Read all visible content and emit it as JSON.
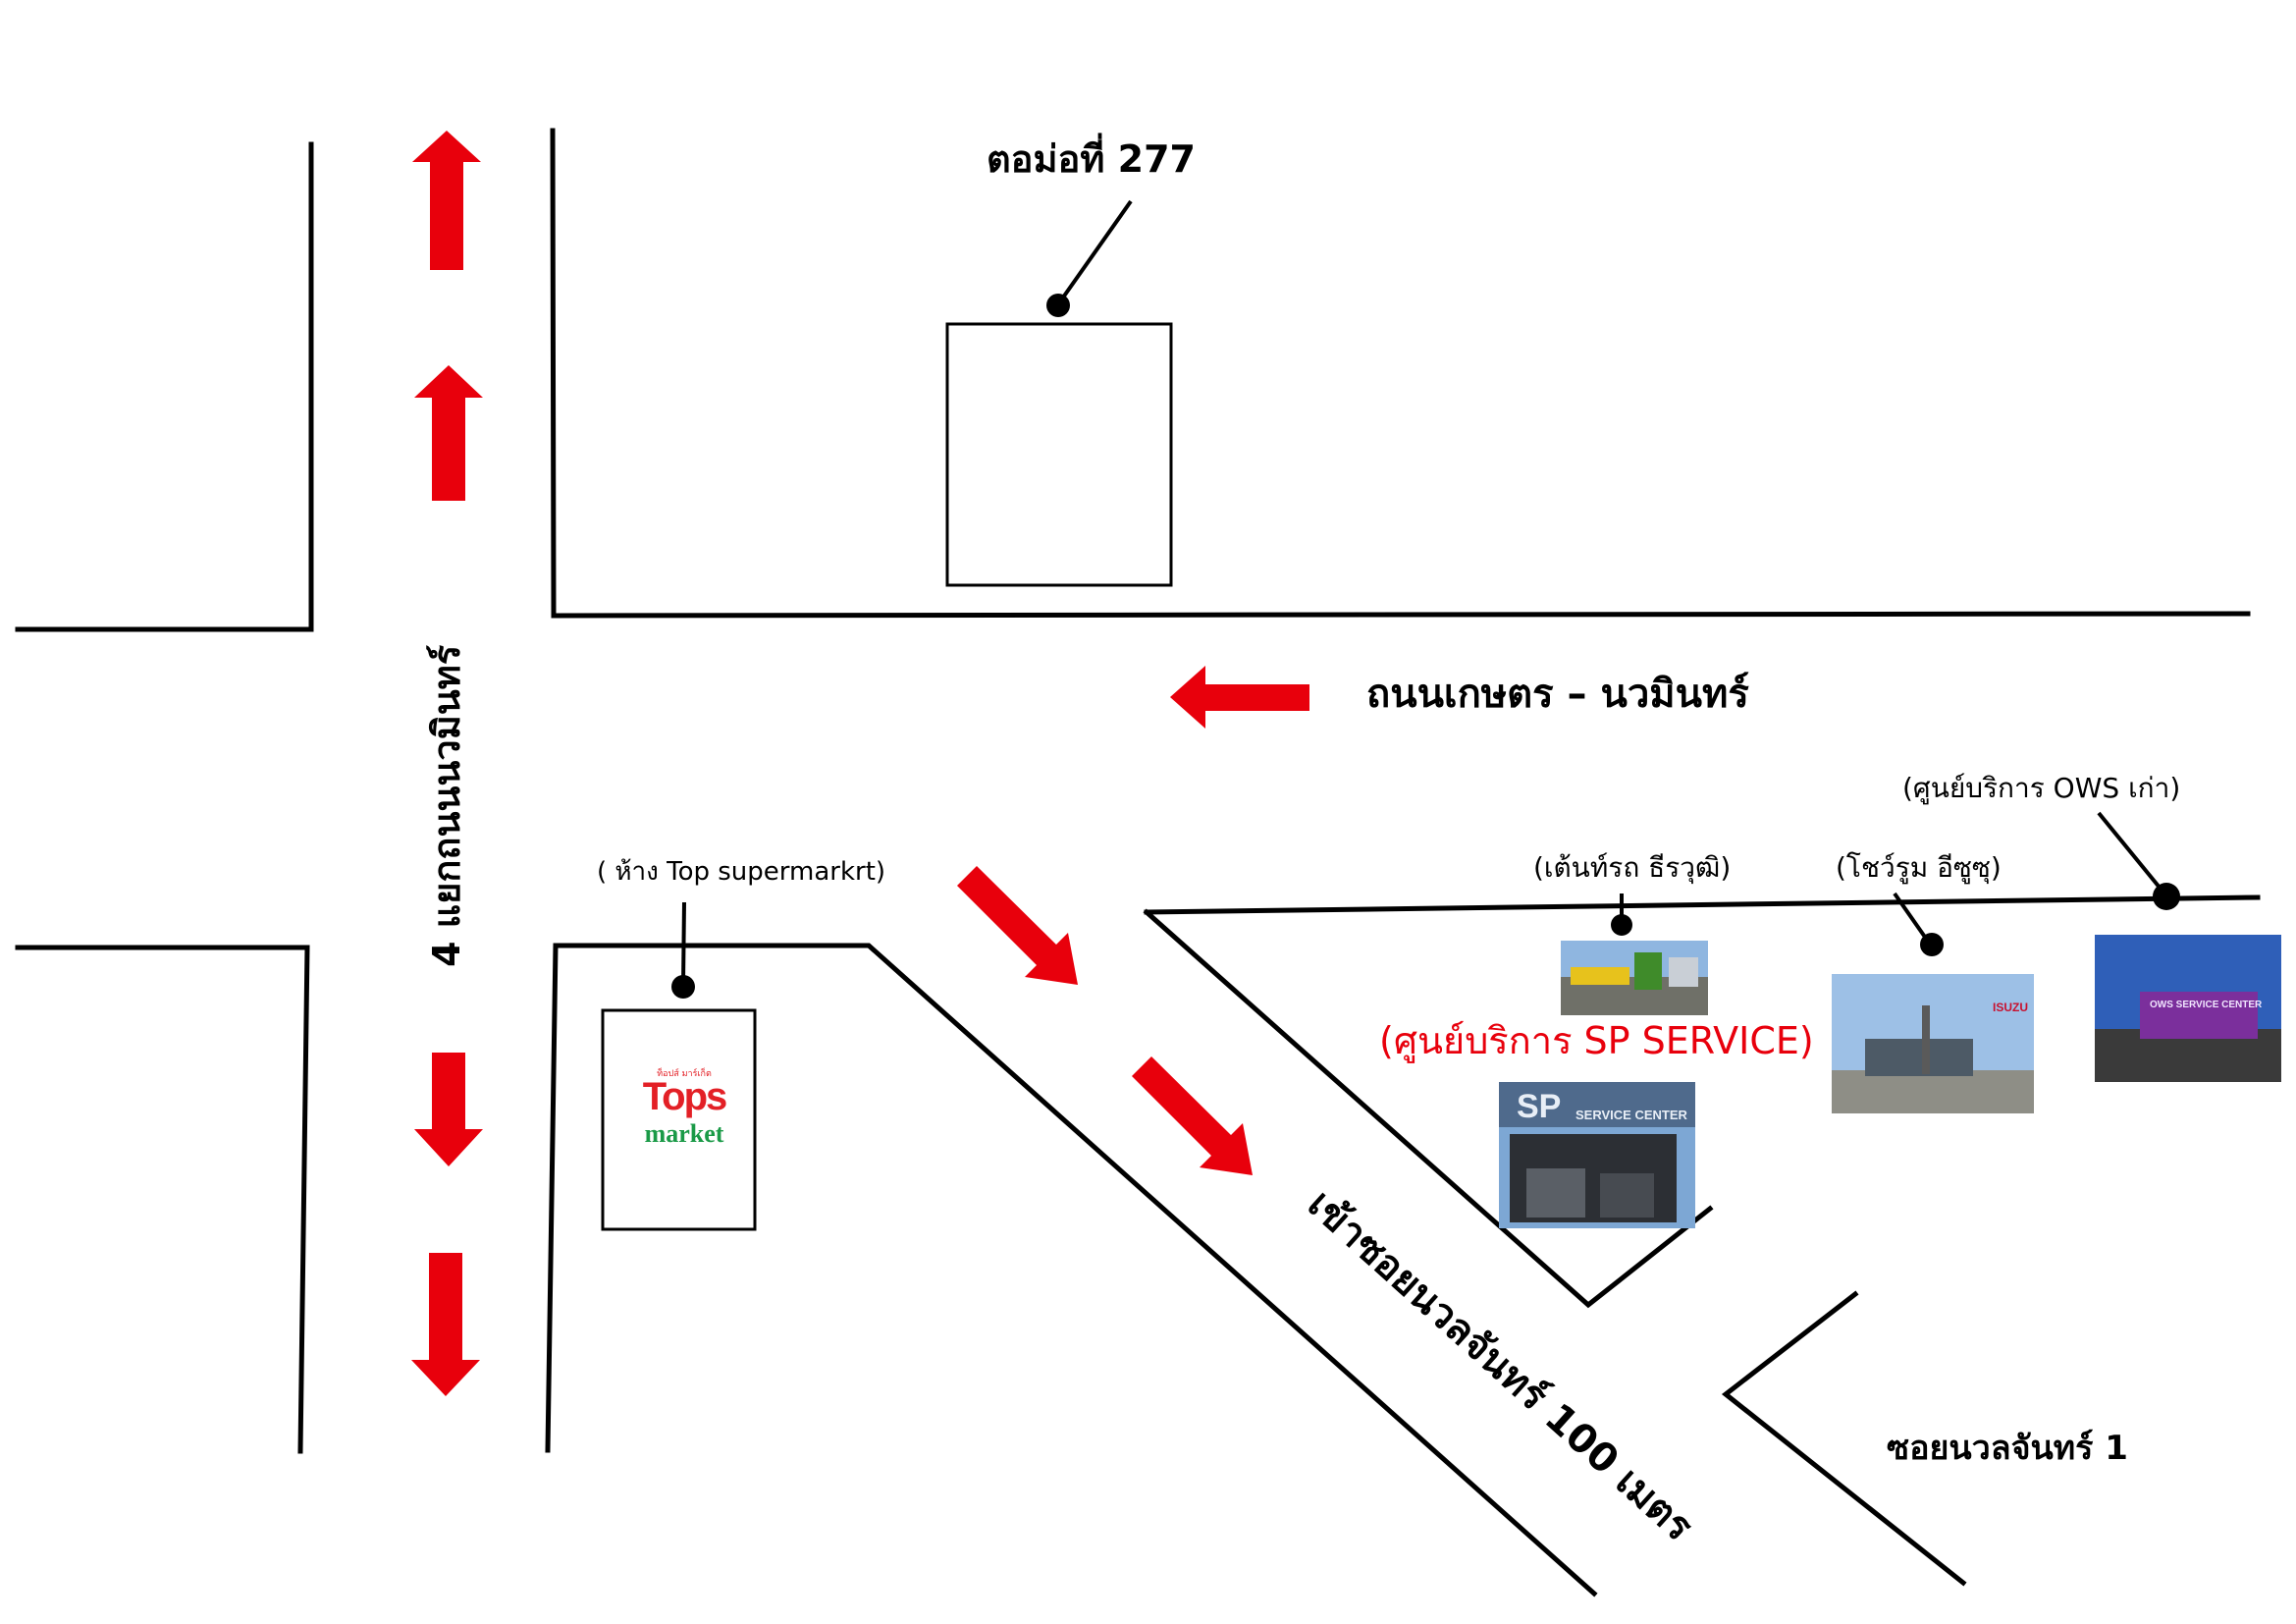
{
  "labels": {
    "tomo": "ตอม่อที่ 277",
    "main_road": "ถนนเกษตร – นวมินทร์",
    "intersection": "4 แยกถนนนวมินทร์",
    "tops_label": "( ห้าง Top supermarkrt)",
    "tent": "(เต้นท์รถ ธีรวุฒิ)",
    "showroom": "(โชว์รูม อีซูซุ)",
    "ows": "(ศูนย์บริการ OWS เก่า)",
    "sp_service": "(ศูนย์บริการ SP SERVICE)",
    "soi_entry": "เข้าซอยนวลจันทร์  100  เมตร",
    "soi_1": "ซอยนวลจันทร์  1"
  },
  "tops_logo": {
    "line1": "Tops",
    "line2": "market",
    "tagline": "ท็อปส์ มาร์เก็ต"
  },
  "sp_sign": {
    "logo": "SP",
    "text": "SERVICE CENTER"
  },
  "showroom_sign": "ISUZU",
  "ows_sign": "OWS SERVICE CENTER",
  "colors": {
    "arrow": "#e8000c",
    "road": "#000000",
    "tops_red": "#e32026",
    "tops_green": "#1a9a47"
  }
}
